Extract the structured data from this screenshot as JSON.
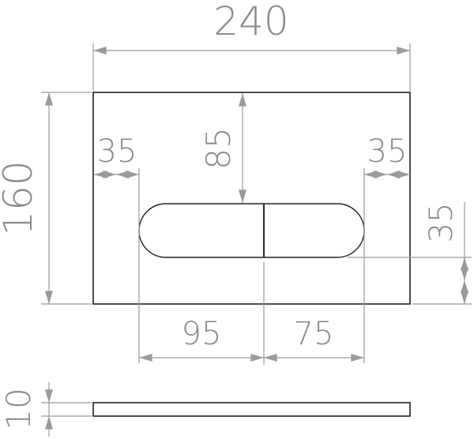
{
  "drawing": {
    "colors": {
      "outline": "#222222",
      "dimension": "#9a9a9a",
      "text": "#8a8a8a",
      "background": "#ffffff"
    },
    "dimensions": {
      "overall_width": "240",
      "overall_height": "160",
      "top_to_button": "85",
      "left_margin": "35",
      "right_margin": "35",
      "bottom_margin": "35",
      "left_button_width": "95",
      "right_button_width": "75",
      "thickness": "10"
    },
    "views": [
      "front-view",
      "side-view"
    ]
  }
}
